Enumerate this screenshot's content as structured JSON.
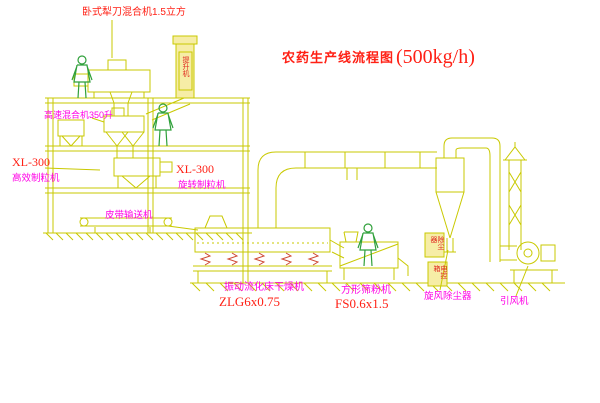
{
  "title": {
    "cn": "农药生产线流程图",
    "spec": "(500kg/h)"
  },
  "labels": {
    "mixer_note": "卧式犁刀混合机1.5立方",
    "high_speed_mixer": "高速混合机350升",
    "xl300_left": "XL-300",
    "granulator_left": "高效制粒机",
    "xl300_right": "XL-300",
    "granulator_right": "旋转制粒机",
    "belt_conveyor": "皮带输送机",
    "dryer": "振动流化床干燥机",
    "dryer_model": "ZLG6x0.75",
    "sieve": "方形筛粉机",
    "sieve_model": "FS0.6x1.5",
    "cyclone": "旋风除尘器",
    "fan": "引风机",
    "elevator_box": "提升机",
    "control_box_upper": "除尘器",
    "control_box_lower": "电控箱"
  },
  "colors": {
    "linework": "#c9c900",
    "machine_label": "#ff00e6",
    "model_label": "#ff2015",
    "figure": "#2fa03a",
    "background": "#ffffff"
  }
}
